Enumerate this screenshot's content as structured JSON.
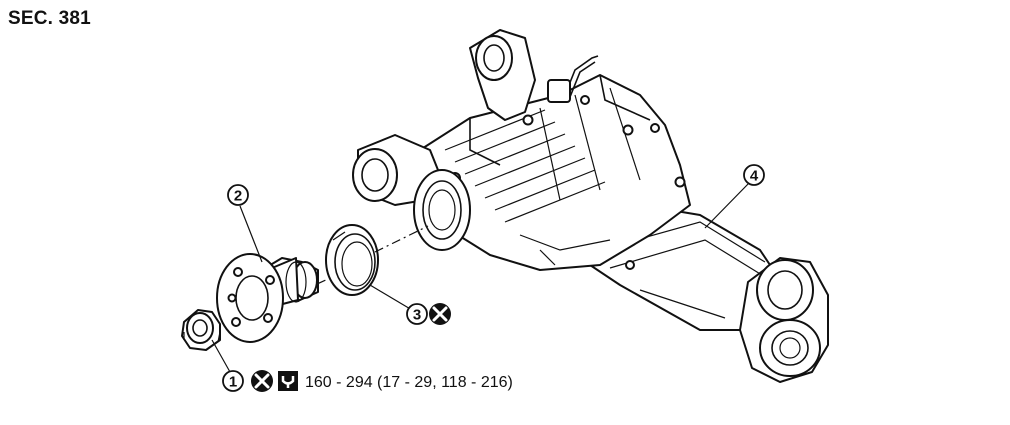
{
  "section": "SEC. 381",
  "callouts": [
    {
      "number": "1"
    },
    {
      "number": "2"
    },
    {
      "number": "3"
    },
    {
      "number": "4"
    }
  ],
  "torque_spec": "160 - 294 (17 - 29, 118 - 216)",
  "symbols": {
    "do_not_reuse": "do-not-reuse-icon",
    "torque_wrench": "torque-wrench-icon"
  },
  "colors": {
    "line": "#111111",
    "background": "#ffffff"
  }
}
